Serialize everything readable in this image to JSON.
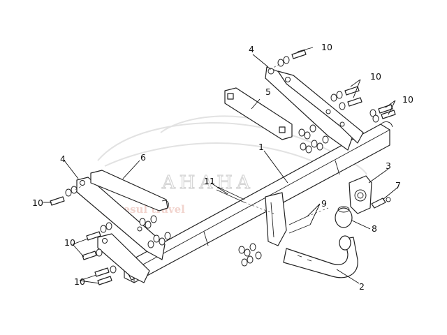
{
  "watermark": {
    "brand": "AHAHA",
    "tagline": "pucesul travel"
  },
  "callouts": [
    {
      "id": "c-4-top",
      "label": "4"
    },
    {
      "id": "c-10-top",
      "label": "10"
    },
    {
      "id": "c-5",
      "label": "5"
    },
    {
      "id": "c-10-mid",
      "label": "10"
    },
    {
      "id": "c-10-right",
      "label": "10"
    },
    {
      "id": "c-1",
      "label": "1"
    },
    {
      "id": "c-4-left",
      "label": "4"
    },
    {
      "id": "c-6",
      "label": "6"
    },
    {
      "id": "c-3",
      "label": "3"
    },
    {
      "id": "c-11",
      "label": "11"
    },
    {
      "id": "c-7",
      "label": "7"
    },
    {
      "id": "c-10-left",
      "label": "10"
    },
    {
      "id": "c-9",
      "label": "9"
    },
    {
      "id": "c-8",
      "label": "8"
    },
    {
      "id": "c-10-lower",
      "label": "10"
    },
    {
      "id": "c-10-bottom",
      "label": "10"
    },
    {
      "id": "c-2",
      "label": "2"
    }
  ]
}
